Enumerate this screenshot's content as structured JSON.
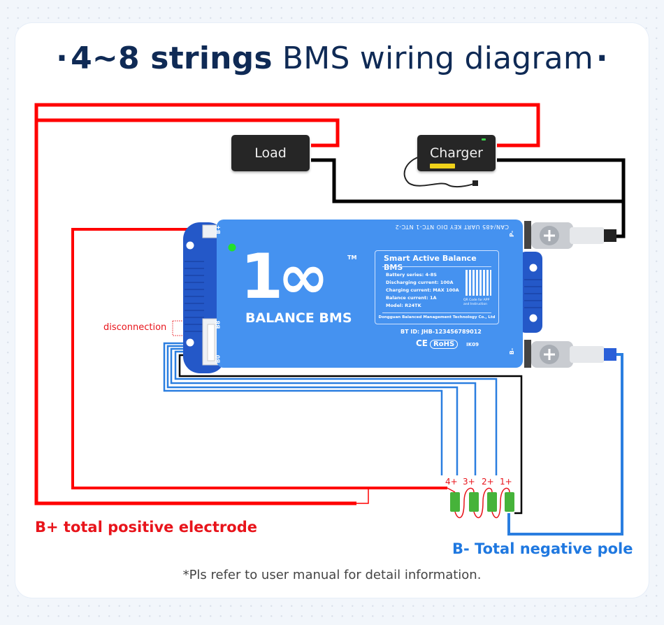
{
  "title": {
    "bold": "4~8 strings",
    "regular": "BMS wiring diagram",
    "bullet": "·"
  },
  "devices": {
    "load": {
      "label": "Load"
    },
    "charger": {
      "label": "Charger"
    }
  },
  "bms": {
    "top_ports": "CAN/485  UART  KEY     DIO   NTC-1  NTC-2",
    "port_b_plus": "B+",
    "port_b8": "B8",
    "port_b0": "B0",
    "terminal_p_minus": "P-",
    "terminal_b_minus": "B-",
    "logo_number": "1∞",
    "logo_tm": "TM",
    "logo_text": "BALANCE BMS",
    "spec_title": "Smart Active Balance BMS",
    "spec_rows": [
      "Battery series: 4-8S",
      "Discharging current: 100A",
      "Charging current: MAX 100A",
      "Balance current: 1A",
      "Model: R24TK"
    ],
    "qr_caption": "QR Code for APP and Instruction",
    "manufacturer": "Dongguan Balanced Management Technology Co., Ltd",
    "bt_id": "BT ID: JHB-123456789012",
    "cert_ce": "CE",
    "cert_rohs": "RoHS",
    "cert_ik": "IK09"
  },
  "cells": [
    "4+",
    "3+",
    "2+",
    "1+"
  ],
  "labels": {
    "disconnection": "disconnection",
    "b_plus": "B+ total positive electrode",
    "b_minus": "B- Total negative pole",
    "note": "*Pls refer to user manual for detail information."
  },
  "colors": {
    "positive_wire": "#ff0000",
    "negative_wire": "#000000",
    "sense_wire": "#2a7ee0",
    "bms_body": "#4592f0",
    "title": "#0f2a55"
  }
}
